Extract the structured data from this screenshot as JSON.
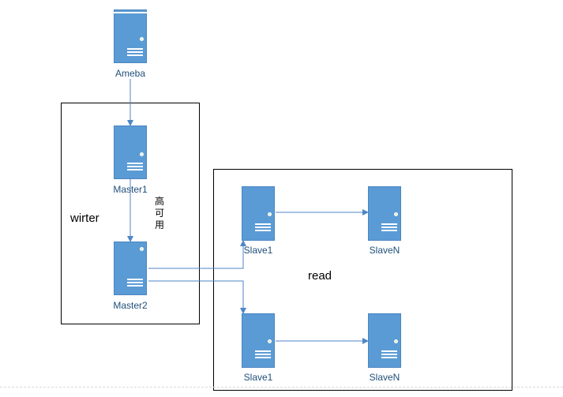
{
  "nodes": {
    "ameba": "Ameba",
    "master1": "Master1",
    "master2": "Master2",
    "slave1_top": "Slave1",
    "slaven_top": "SlaveN",
    "slave1_bottom": "Slave1",
    "slaven_bottom": "SlaveN"
  },
  "groups": {
    "writer": "wirter",
    "read": "read"
  },
  "ha_label": "高可用",
  "colors": {
    "server_fill": "#5b9bd5",
    "server_border": "#4a86c0",
    "connector": "#4f86c6",
    "label_text": "#1f4e79"
  }
}
